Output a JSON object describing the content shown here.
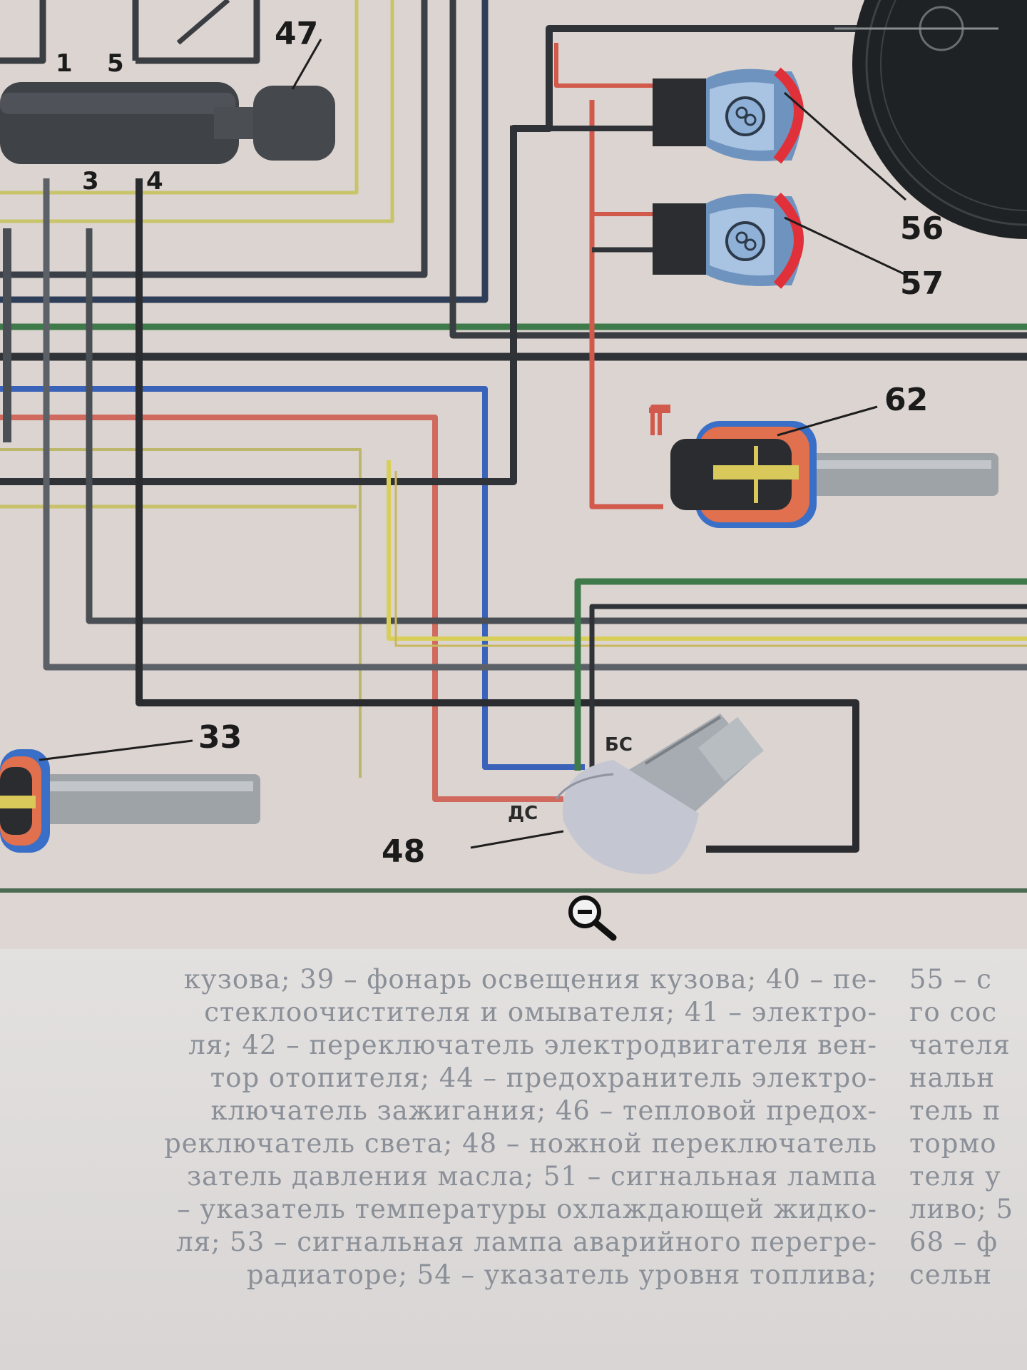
{
  "callouts": {
    "c47": "47",
    "c56": "56",
    "c57": "57",
    "c62": "62",
    "c33": "33",
    "c48": "48"
  },
  "pins": {
    "p1": "1",
    "p5": "5",
    "p3": "3",
    "p4": "4"
  },
  "terminals": {
    "bs": "БС",
    "ds": "ДС"
  },
  "legend": {
    "left_lines": [
      "кузова; 39 – фонарь освещения кузова; 40 – пе-",
      "стеклоочистителя и омывателя; 41 – электро-",
      "ля; 42 – переключатель электродвигателя вен-",
      "тор отопителя; 44 – предохранитель электро-",
      "ключатель зажигания; 46 – тепловой предох-",
      "реключатель света; 48 – ножной переключатель",
      "затель давления масла; 51 – сигнальная лампа",
      "– указатель температуры охлаждающей жидко-",
      "ля; 53 – сигнальная лампа аварийного перегре-",
      "радиаторе; 54 – указатель уровня топлива;"
    ],
    "right_lines": [
      "55 – с",
      "го сос",
      "чателя",
      "нальн",
      "тель п",
      "тормо",
      "теля у",
      "ливо; 5",
      "68 – ф",
      "сельн"
    ]
  },
  "icons": {
    "zoom": "zoom-out-icon"
  },
  "colors": {
    "paper": "#ddd6d2",
    "wire_black": "#2f3236",
    "wire_gray": "#5c6168",
    "wire_blue": "#2f6fd3",
    "wire_red": "#d85a4a",
    "wire_green": "#3f7a4a",
    "wire_yellow": "#d8cf5a",
    "lamp_red": "#e0303a",
    "lamp_glass": "#8fb1d8"
  }
}
